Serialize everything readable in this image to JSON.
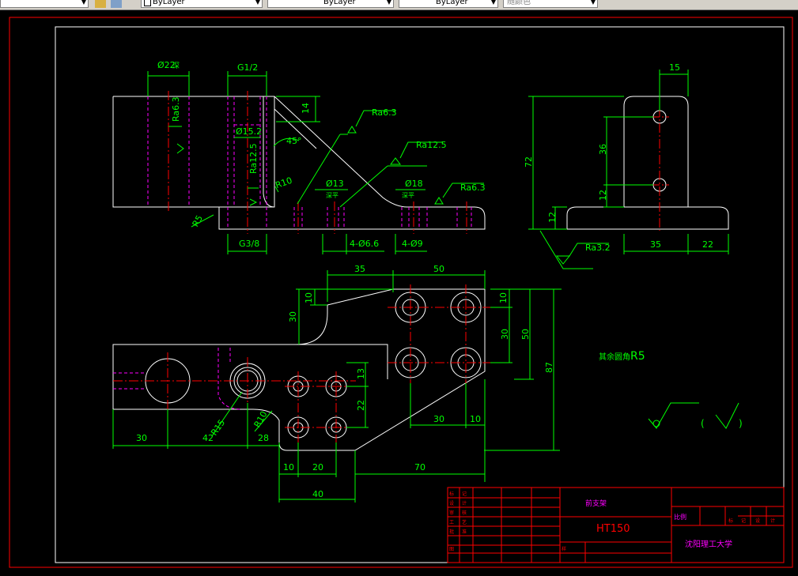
{
  "toolbar": {
    "layer_combo": "",
    "color_combo": "ByLayer",
    "linetype_combo": "ByLayer",
    "lineweight_combo": "ByLayer",
    "plotstyle_combo": "随颜色"
  },
  "front_view": {
    "dims": {
      "d22": "Ø22",
      "d22_note": "深",
      "g12": "G1/2",
      "d152": "Ø15.2",
      "v14": "14",
      "ang45": "45°",
      "r10": "R10",
      "r5": "R5",
      "g38": "G3/8",
      "d13": "Ø13",
      "d18": "Ø18",
      "holes66": "4-Ø6.6",
      "holes9": "4-Ø9"
    },
    "notes": {
      "dp1": "深平",
      "dp2": "深平"
    },
    "rough": {
      "r1": "Ra6.3",
      "r2": "Ra6.3",
      "r3": "Ra12.5",
      "r4": "Ra12.5",
      "r5": "Ra6.3"
    }
  },
  "side_view": {
    "dims": {
      "h15": "15",
      "v72": "72",
      "v36": "36",
      "v12a": "12",
      "v12b": "12",
      "h35": "35",
      "h22": "22"
    },
    "rough": {
      "r1": "Ra3.2"
    }
  },
  "top_view": {
    "dims": {
      "t35": "35",
      "t50": "50",
      "v10a": "10",
      "v30a": "30",
      "r10": "10",
      "r30": "30",
      "r50": "50",
      "r87": "87",
      "v13": "13",
      "v22": "22",
      "h30i": "30",
      "h10i": "10",
      "r15": "R15",
      "r10c": "R10",
      "b30": "30",
      "b42": "42",
      "b28": "28",
      "b10": "10",
      "b20": "20",
      "b70": "70",
      "b40": "40"
    }
  },
  "notes": {
    "fillet_label": "其余圆角",
    "fillet_value": "R5",
    "paren_open": "(",
    "paren_close": ")"
  },
  "title_block": {
    "part_name": "前支架",
    "material": "HT150",
    "scale_label": "比例",
    "school": "沈阳理工大学",
    "small_marks": [
      "标",
      "记",
      "设",
      "计",
      "审",
      "核",
      "工",
      "艺",
      "批",
      "准",
      "图",
      "样"
    ]
  }
}
